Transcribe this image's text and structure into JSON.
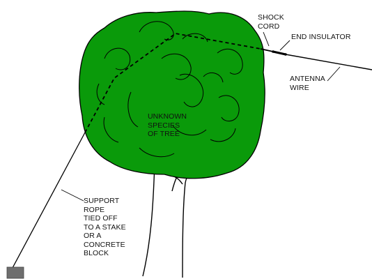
{
  "labels": {
    "shock_cord": [
      "SHOCK",
      "CORD"
    ],
    "end_insulator": [
      "END INSULATOR"
    ],
    "antenna_wire": [
      "ANTENNA",
      "WIRE"
    ],
    "tree": [
      "UNKNOWN",
      "SPECIES",
      "OF TREE"
    ],
    "support_rope": [
      "SUPPORT",
      "ROPE",
      "TIED OFF",
      "TO A STAKE",
      "OR A",
      "CONCRETE",
      "BLOCK"
    ]
  },
  "colors": {
    "foliage": "#0a9a0a",
    "foliage_outline": "#000000",
    "line": "#000000",
    "concrete_block": "#6e6e6e",
    "background": "#ffffff"
  }
}
